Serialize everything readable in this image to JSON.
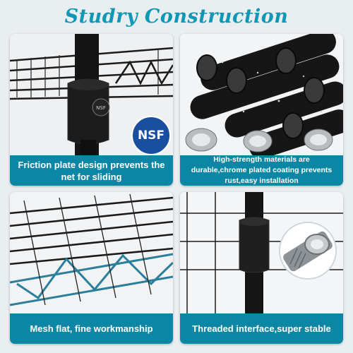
{
  "title": "Studry Construction",
  "panels": [
    {
      "caption": "Friction plate design prevents the net for sliding",
      "badge": "NSF",
      "collar_mark": "NSF"
    },
    {
      "caption": "High-strength materials are durable,chrome plated coating prevents rust,easy installation"
    },
    {
      "caption": "Mesh flat, fine workmanship"
    },
    {
      "caption": "Threaded interface,super stable"
    }
  ],
  "colors": {
    "accent": "#0f97b5",
    "caption_bg": "#0b87a5",
    "badge": "#1a4fa0"
  }
}
